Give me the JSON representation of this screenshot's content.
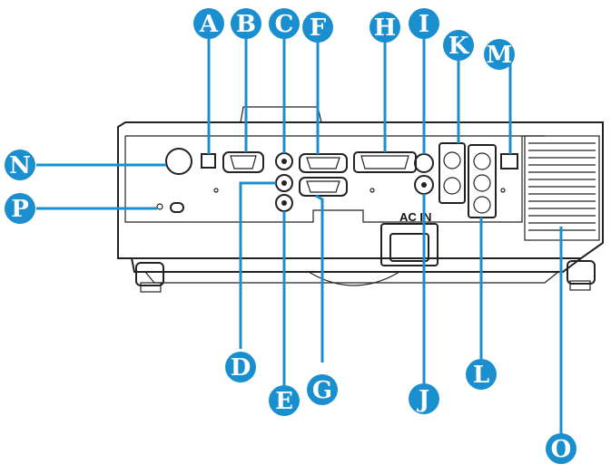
{
  "panel_label": "AC IN",
  "callouts": [
    {
      "id": "A",
      "label": "A"
    },
    {
      "id": "B",
      "label": "B"
    },
    {
      "id": "C",
      "label": "C"
    },
    {
      "id": "D",
      "label": "D"
    },
    {
      "id": "E",
      "label": "E"
    },
    {
      "id": "F",
      "label": "F"
    },
    {
      "id": "G",
      "label": "G"
    },
    {
      "id": "H",
      "label": "H"
    },
    {
      "id": "I",
      "label": "I"
    },
    {
      "id": "J",
      "label": "J"
    },
    {
      "id": "K",
      "label": "K"
    },
    {
      "id": "L",
      "label": "L"
    },
    {
      "id": "M",
      "label": "M"
    },
    {
      "id": "N",
      "label": "N"
    },
    {
      "id": "O",
      "label": "O"
    },
    {
      "id": "P",
      "label": "P"
    }
  ],
  "colors": {
    "callout": "#1a8fd0"
  }
}
